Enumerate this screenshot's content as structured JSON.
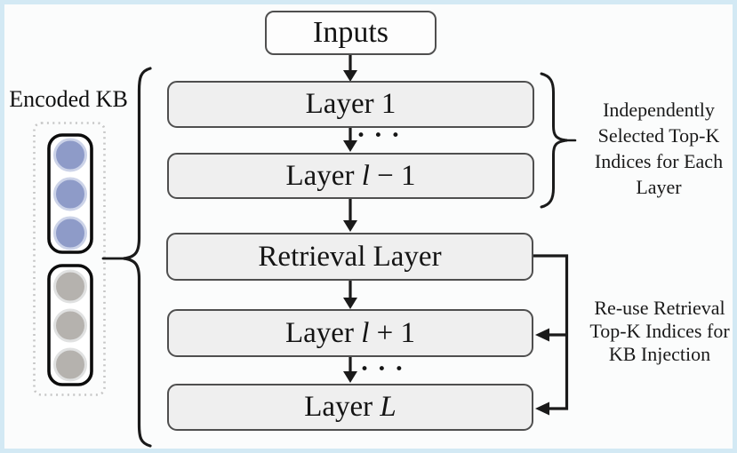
{
  "figure_title_context": "Layer-wise retrieval architecture diagram",
  "colors": {
    "frame_border": "#d3e9f4",
    "canvas_bg": "#fbfcfc",
    "box_fill": "#efefef",
    "inputs_box_fill": "#fdfdfd",
    "box_border": "#4f4f4f",
    "line_color": "#1a1a1a",
    "kb_blue": "#8e9bc8",
    "kb_blue_halo": "#ccd3e8",
    "kb_gray": "#b5b2ae",
    "kb_gray_halo": "#e0e1e1",
    "kb_dotted_border": "#c6c6c6",
    "kb_group_border": "#0c0c0c"
  },
  "encoded_kb": {
    "label": "Encoded KB"
  },
  "boxes": [
    {
      "pre": "Inputs",
      "var": "",
      "post": ""
    },
    {
      "pre": "Layer 1",
      "var": "",
      "post": ""
    },
    {
      "pre": "Layer ",
      "var": "l",
      "post": " − 1"
    },
    {
      "pre": "Retrieval Layer",
      "var": "",
      "post": ""
    },
    {
      "pre": "Layer ",
      "var": "l",
      "post": " + 1"
    },
    {
      "pre": "Layer ",
      "var": "L",
      "post": ""
    }
  ],
  "ellipsis": {
    "text": "• • •"
  },
  "annotations": {
    "top": {
      "lines": [
        "Independently",
        "Selected Top-K",
        "Indices for Each",
        "Layer"
      ]
    },
    "bottom": {
      "lines": [
        "Re-use Retrieval",
        "Top-K Indices for",
        "KB Injection"
      ]
    }
  }
}
